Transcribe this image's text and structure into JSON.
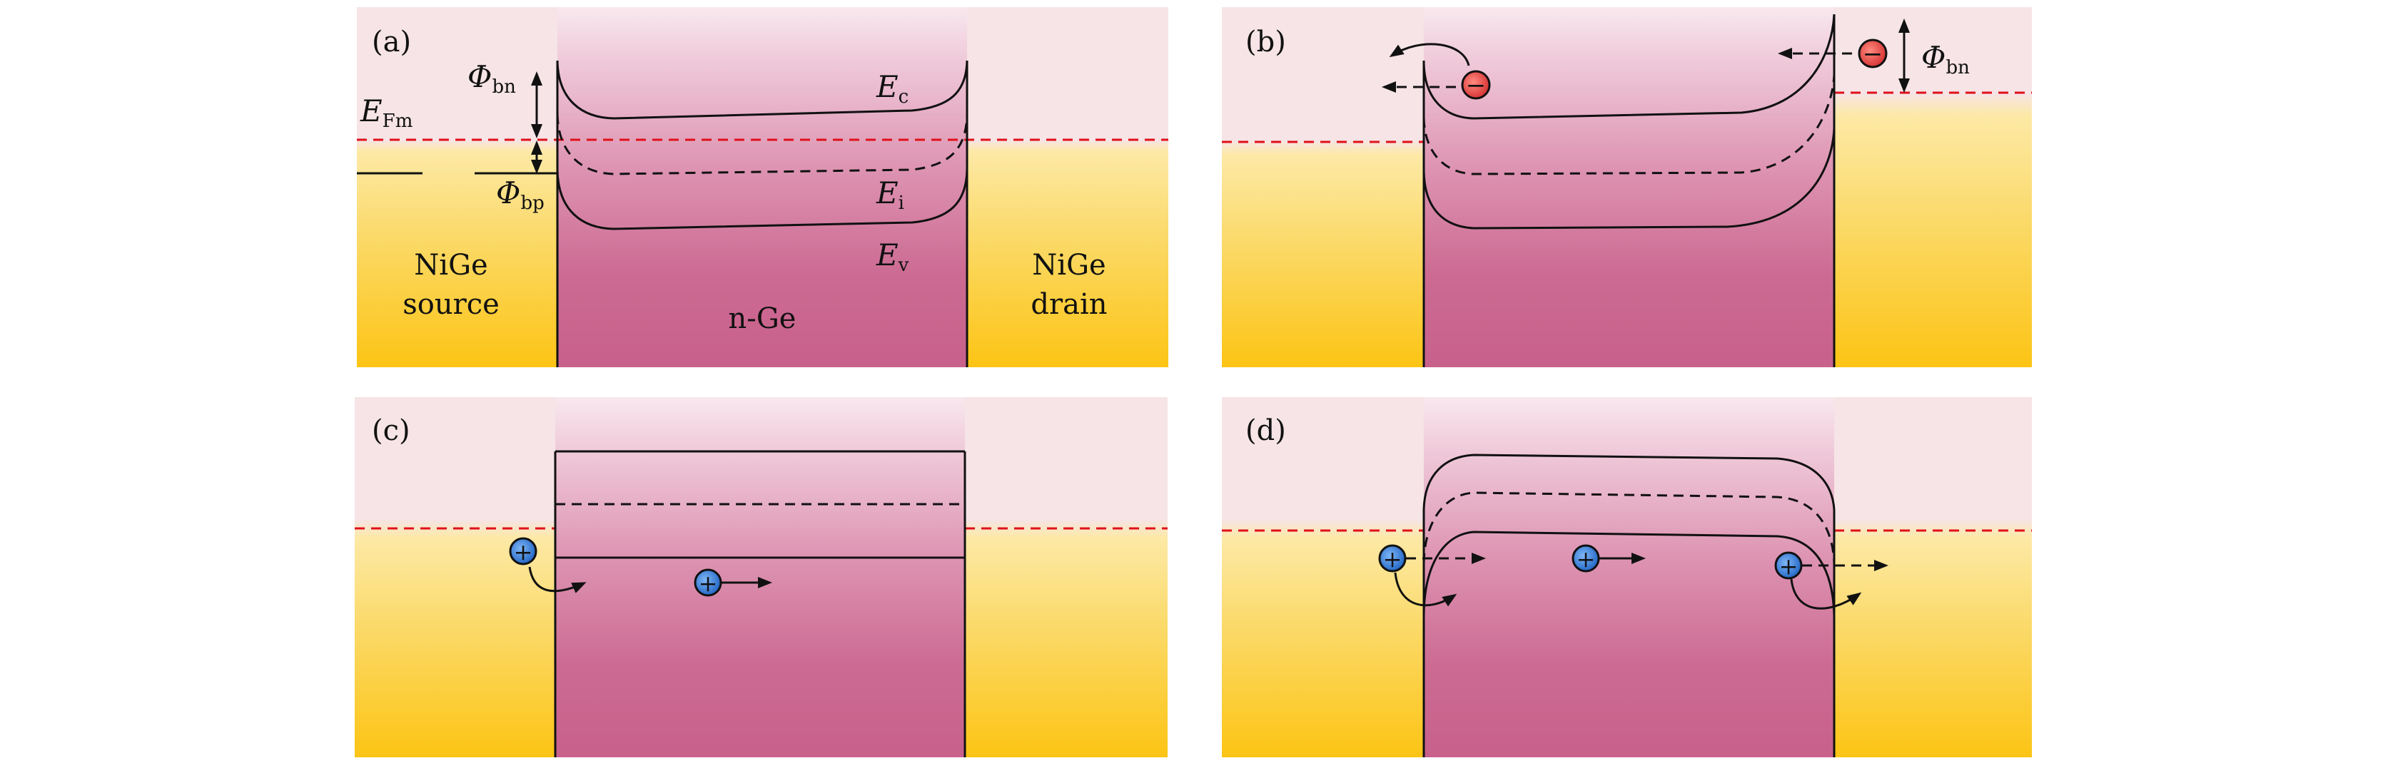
{
  "colors": {
    "metal_top": "#f6e4e6",
    "metal_mid": "#fbe07a",
    "metal_bottom": "#fcc414",
    "semi_top": "#f8e6ee",
    "semi_bottom": "#c8618b",
    "fermi_line": "#e0101a",
    "electron": "#e53935",
    "hole": "#2a78d6"
  },
  "panels": {
    "a": {
      "label": "(a)",
      "Ec": {
        "sym": "E",
        "sub": "c"
      },
      "Ei": {
        "sym": "E",
        "sub": "i"
      },
      "Ev": {
        "sym": "E",
        "sub": "v"
      },
      "EFm": {
        "sym": "E",
        "sub": "Fm"
      },
      "phi_bn": {
        "sym": "Φ",
        "sub": "bn"
      },
      "phi_bp": {
        "sym": "Φ",
        "sub": "bp"
      },
      "source": [
        "NiGe",
        "source"
      ],
      "drain": [
        "NiGe",
        "drain"
      ],
      "channel": "n-Ge"
    },
    "b": {
      "label": "(b)",
      "phi_bn": {
        "sym": "Φ",
        "sub": "bn"
      },
      "electron_sign": "−"
    },
    "c": {
      "label": "(c)",
      "hole_sign": "+"
    },
    "d": {
      "label": "(d)",
      "hole_sign": "+"
    }
  }
}
